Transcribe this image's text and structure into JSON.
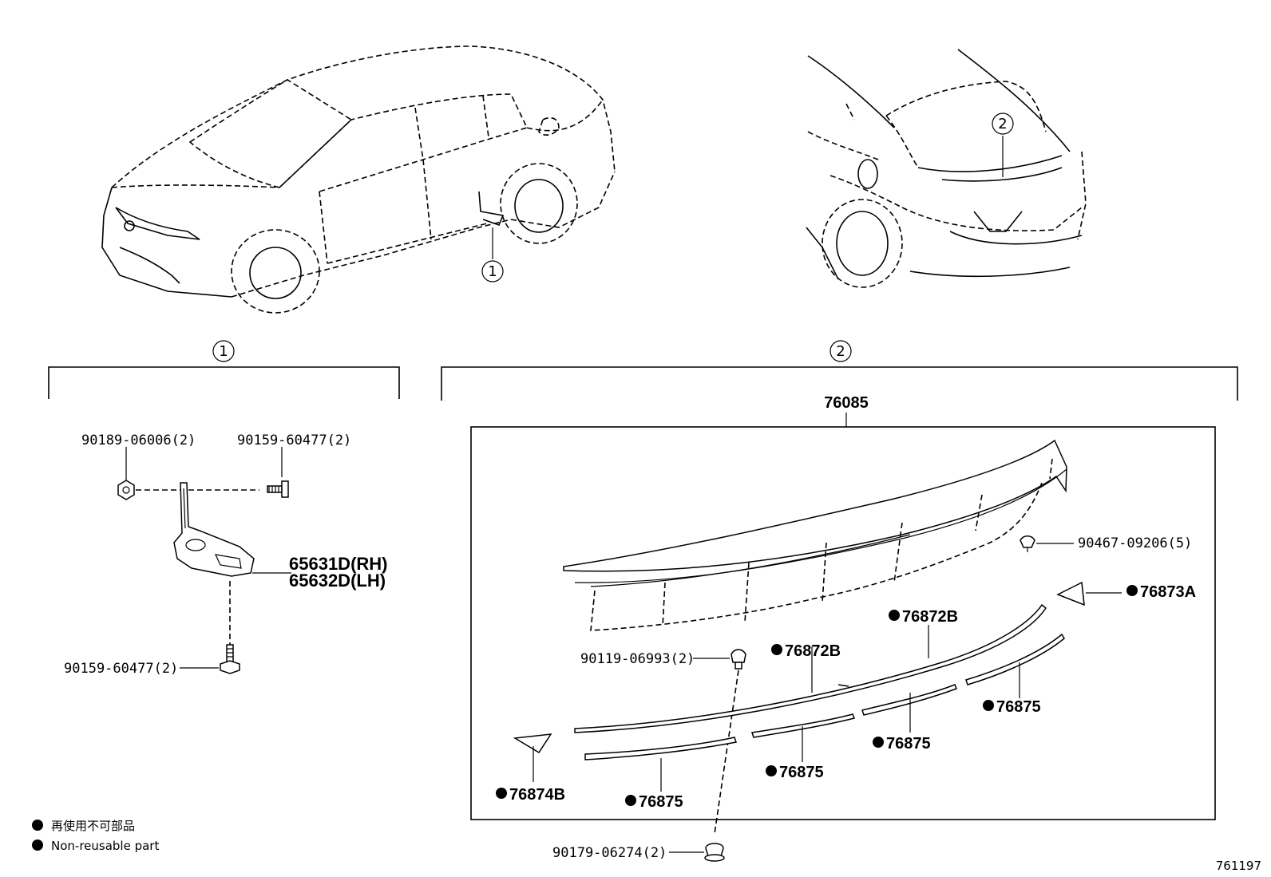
{
  "diagram_id": "761197",
  "callouts": {
    "one": "1",
    "two": "2"
  },
  "group1": {
    "parts": {
      "p90189": "90189-06006(2)",
      "p90159_top": "90159-60477(2)",
      "p65631": "65631D(RH)",
      "p65632": "65632D(LH)",
      "p90159_bottom": "90159-60477(2)"
    }
  },
  "group2": {
    "assembly": "76085",
    "parts": {
      "p90467": "90467-09206(5)",
      "p76873A": "76873A",
      "p76872B_a": "76872B",
      "p76872B_b": "76872B",
      "p90119": "90119-06993(2)",
      "p76875_a": "76875",
      "p76875_b": "76875",
      "p76875_c": "76875",
      "p76875_d": "76875",
      "p76874B": "76874B",
      "p90179": "90179-06274(2)"
    }
  },
  "legend": {
    "jp": "再使用不可部品",
    "en": "Non-reusable part"
  }
}
